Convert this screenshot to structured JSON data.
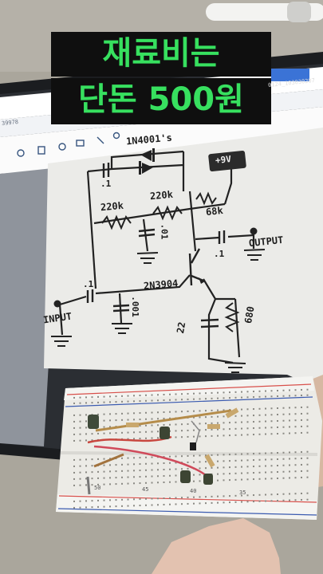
{
  "caption": {
    "line1": "재료비는",
    "line2": "단돈 500원"
  },
  "tablet": {
    "filename_right": "0124_103030207",
    "filename_left": "39978"
  },
  "schematic": {
    "diode_label": "1N4001's",
    "supply_label": "+9V",
    "cap_top_label": ".1",
    "resistor_1": "220k",
    "resistor_2": "220k",
    "resistor_3": "68k",
    "cap_bias_label": ".01",
    "output_cap_label": ".1",
    "output_label": "OUTPUT",
    "transistor_label": "2N3904",
    "input_cap_label": ".1",
    "input_label": "INPUT",
    "cap_base_label": ".001",
    "cap_emitter_label": "22",
    "emitter_resistor_label": "680"
  },
  "breadboard": {
    "col_labels": [
      "50",
      "45",
      "40",
      "35"
    ]
  },
  "colors": {
    "caption_bg": "#0f0f0f",
    "caption_text": "#37e05f",
    "paper": "#e9e9e6",
    "breadboard": "#ecebe6"
  }
}
